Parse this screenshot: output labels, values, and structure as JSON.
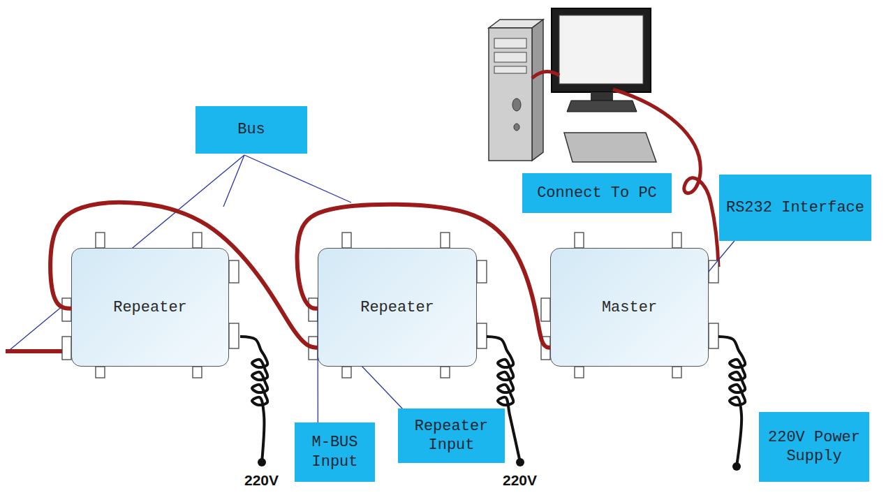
{
  "diagram": {
    "nodes": [
      {
        "text": [
          "Bus"
        ]
      },
      {
        "text": [
          "Connect To PC"
        ]
      },
      {
        "text": [
          "RS232 Interface"
        ]
      },
      {
        "text": [
          "Repeater"
        ]
      },
      {
        "text": [
          "Repeater"
        ]
      },
      {
        "text": [
          "Master"
        ]
      },
      {
        "text": [
          "M-BUS Input"
        ]
      },
      {
        "text": [
          "Repeater Input"
        ]
      },
      {
        "text": [
          "220V Power Supply"
        ]
      }
    ],
    "edges": [
      {
        "from": 3,
        "to": 4,
        "arrow": "none"
      },
      {
        "from": 4,
        "to": 5,
        "arrow": "none"
      },
      {
        "from": 2,
        "to": 5,
        "arrow": "none"
      },
      {
        "from": 6,
        "to": 4,
        "arrow": "none"
      },
      {
        "from": 7,
        "to": 4,
        "arrow": "none"
      }
    ],
    "labels": [
      "220V",
      "220V"
    ]
  }
}
